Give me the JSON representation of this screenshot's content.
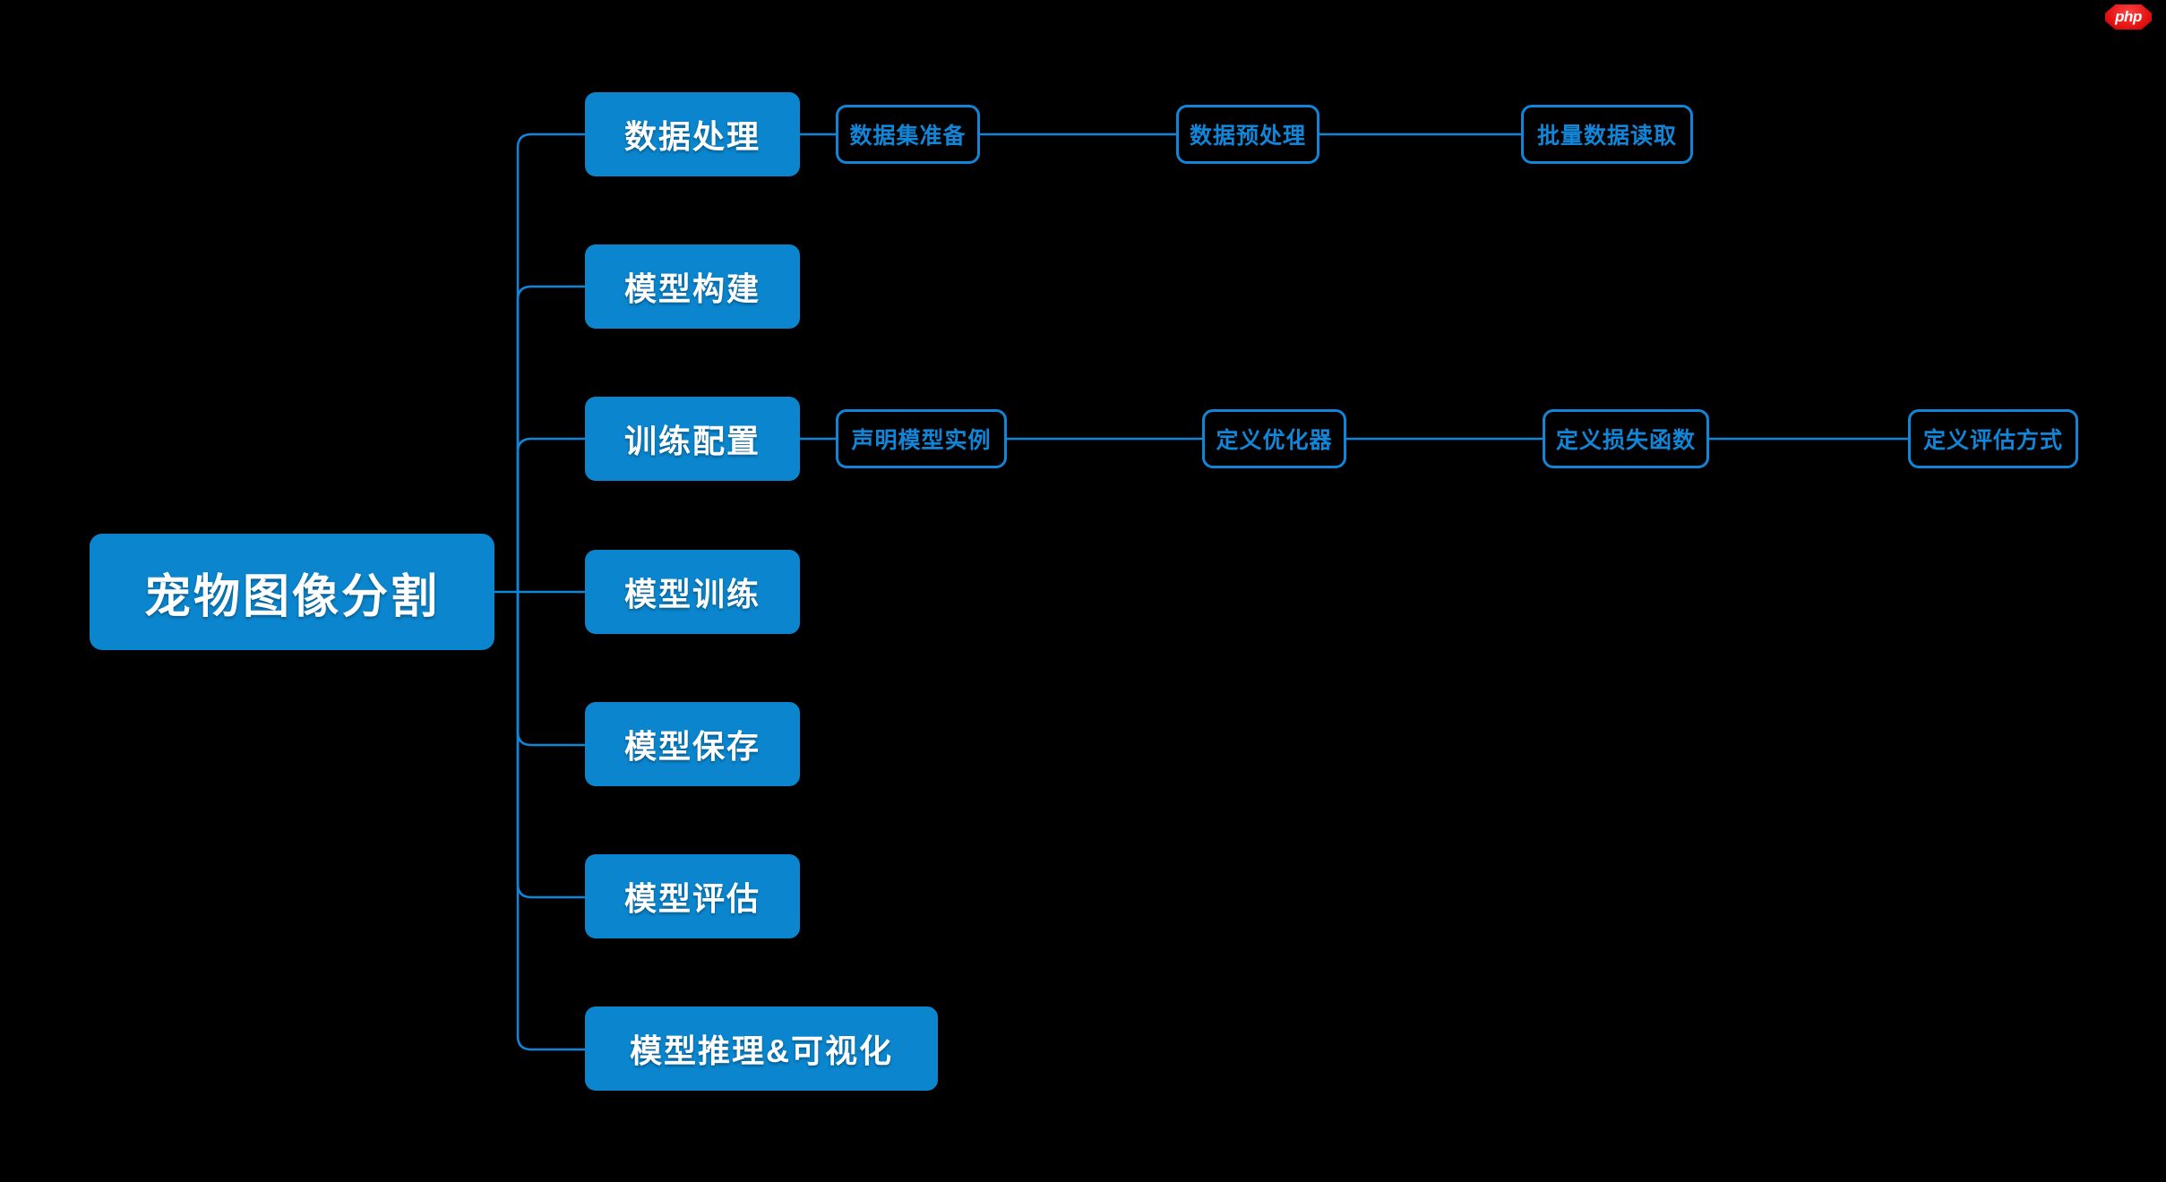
{
  "diagram": {
    "type": "mindmap",
    "root": {
      "label": "宠物图像分割"
    },
    "branches": [
      {
        "label": "数据处理",
        "children": [
          {
            "label": "数据集准备"
          },
          {
            "label": "数据预处理"
          },
          {
            "label": "批量数据读取"
          }
        ]
      },
      {
        "label": "模型构建",
        "children": []
      },
      {
        "label": "训练配置",
        "children": [
          {
            "label": "声明模型实例"
          },
          {
            "label": "定义优化器"
          },
          {
            "label": "定义损失函数"
          },
          {
            "label": "定义评估方式"
          }
        ]
      },
      {
        "label": "模型训练",
        "children": []
      },
      {
        "label": "模型保存",
        "children": []
      },
      {
        "label": "模型评估",
        "children": []
      },
      {
        "label": "模型推理&可视化",
        "children": []
      }
    ]
  },
  "watermark": {
    "label": "php"
  },
  "colors": {
    "background": "#000000",
    "node_fill": "#0B86CE",
    "node_text": "#ffffff",
    "leaf_border": "#1186D8",
    "leaf_text": "#1186D8",
    "connector": "#1186D8",
    "logo": "#e61313"
  }
}
